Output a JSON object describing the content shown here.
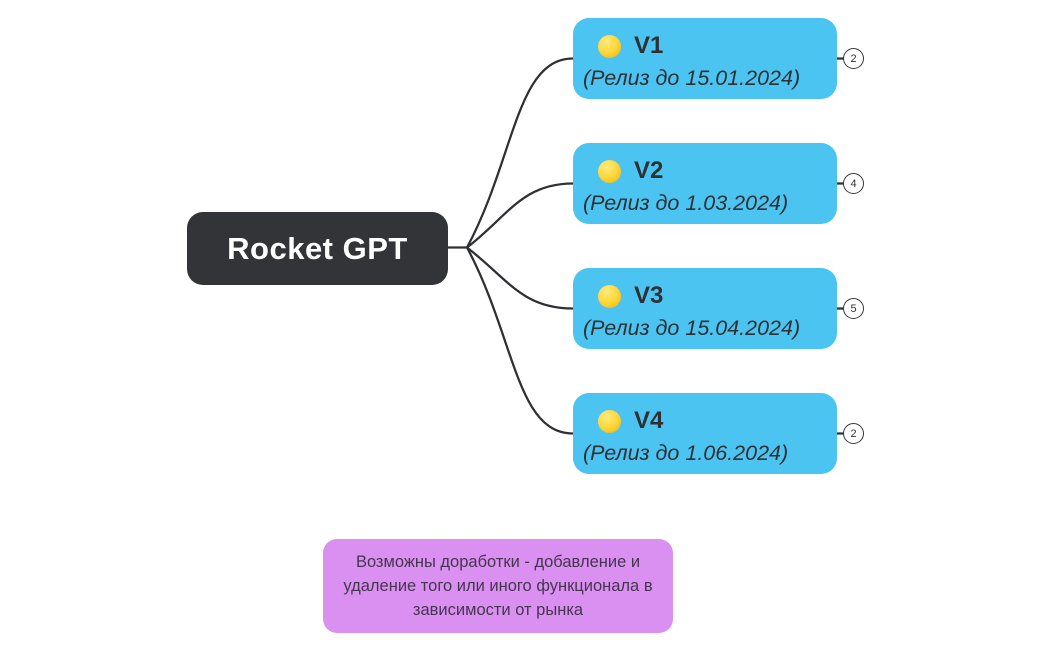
{
  "root": {
    "label": "Rocket GPT"
  },
  "branches": [
    {
      "title": "V1",
      "subtitle": "(Релиз до 15.01.2024)",
      "badge": "2",
      "marker": "yellow-circle-emoji"
    },
    {
      "title": "V2",
      "subtitle": "(Релиз до 1.03.2024)",
      "badge": "4",
      "marker": "yellow-circle-emoji"
    },
    {
      "title": "V3",
      "subtitle": "(Релиз до 15.04.2024)",
      "badge": "5",
      "marker": "yellow-circle-emoji"
    },
    {
      "title": "V4",
      "subtitle": "(Релиз до 1.06.2024)",
      "badge": "2",
      "marker": "yellow-circle-emoji"
    }
  ],
  "note": {
    "text": "Возможны доработки - добавление и удаление того или иного функционала в зависимости от рынка"
  },
  "colors": {
    "canvas_bg": "#ffffff",
    "root_bg": "#333438",
    "root_text": "#ffffff",
    "branch_bg": "#4CC4F2",
    "branch_text": "#2E3033",
    "edge": "#2F3033",
    "badge_bg": "#ffffff",
    "badge_border": "#35363A",
    "badge_text": "#333333",
    "note_bg": "#D990F0",
    "note_text": "#463550",
    "marker_yellow": "#FFD83C"
  }
}
